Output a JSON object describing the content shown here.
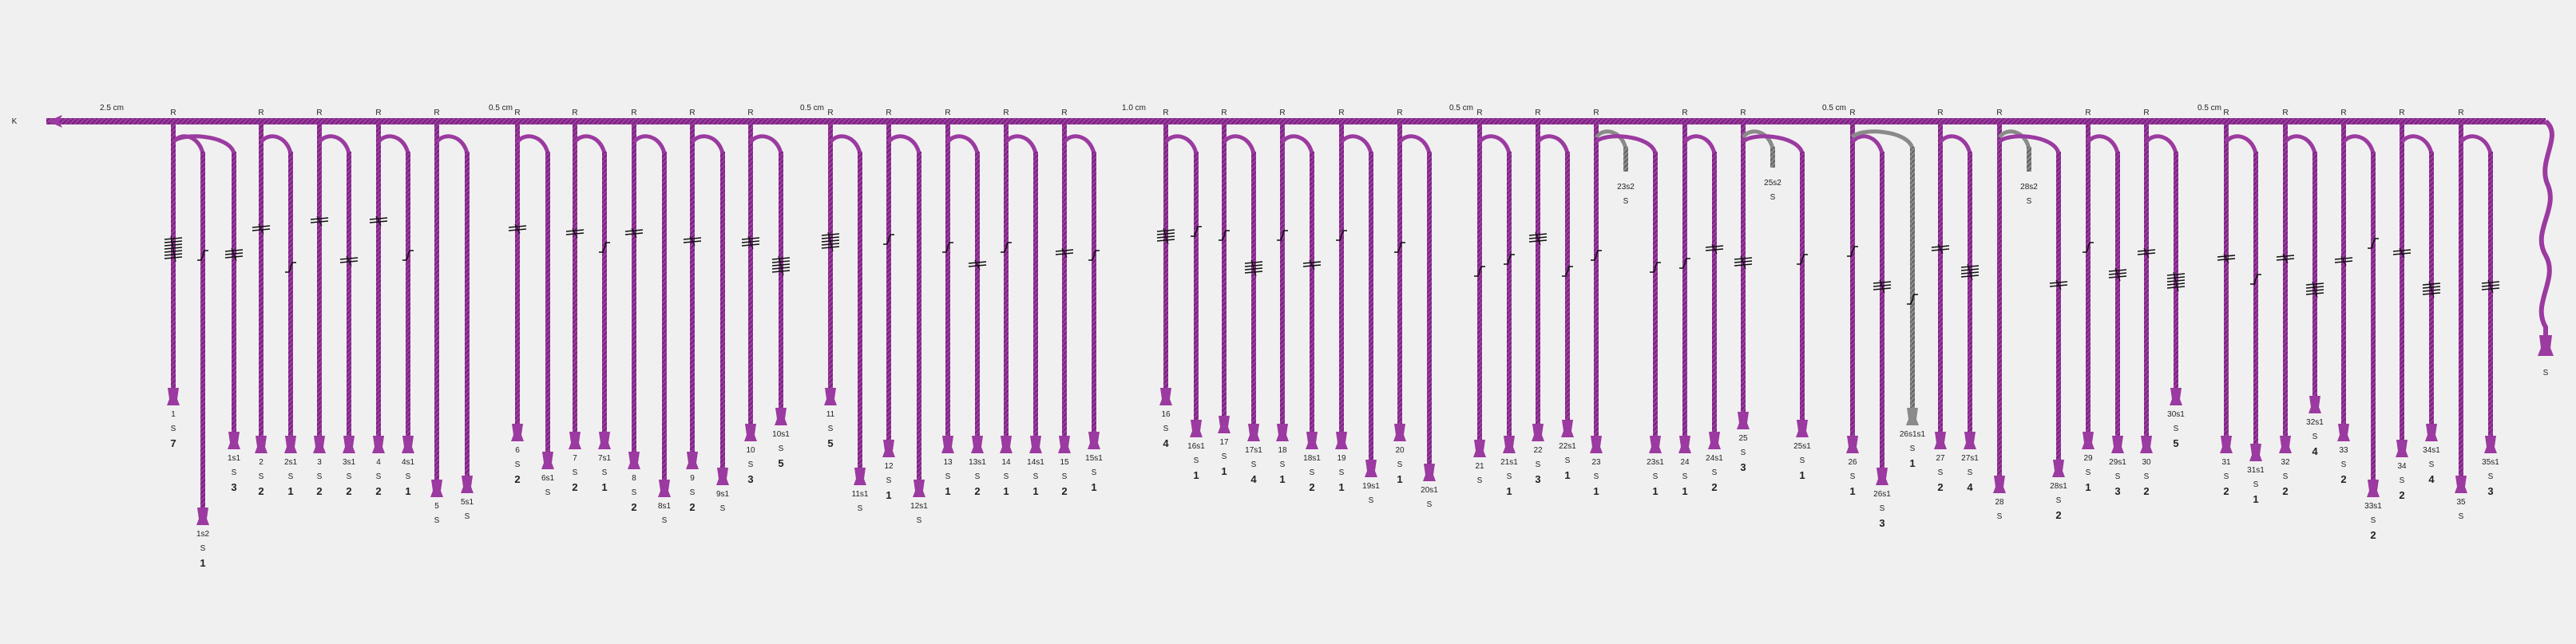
{
  "colors": {
    "cord": "#9b3aa0",
    "cord_dark": "#6f1f74",
    "spliced": "#8a8a8a",
    "knot": "#111111",
    "bg": "#f1f0f0"
  },
  "primary": {
    "start_label": "K",
    "end_label": "S"
  },
  "gaps": [
    "2.5 cm",
    "0.5 cm",
    "0.5 cm",
    "1.0 cm",
    "0.5 cm",
    "0.5 cm",
    "0.5 cm"
  ],
  "attachment_label": "R",
  "cords": [
    {
      "id": "1",
      "s": "S",
      "k": "7"
    },
    {
      "id": "1s2",
      "s": "S",
      "k": "1"
    },
    {
      "id": "1s1",
      "s": "S",
      "k": "3"
    },
    {
      "id": "2",
      "s": "S",
      "k": "2"
    },
    {
      "id": "2s1",
      "s": "S",
      "k": "1"
    },
    {
      "id": "3",
      "s": "S",
      "k": "2"
    },
    {
      "id": "3s1",
      "s": "S",
      "k": "2"
    },
    {
      "id": "4",
      "s": "S",
      "k": "2"
    },
    {
      "id": "4s1",
      "s": "S",
      "k": "1"
    },
    {
      "id": "5",
      "s": "S",
      "k": ""
    },
    {
      "id": "5s1",
      "s": "S",
      "k": ""
    },
    {
      "id": "6",
      "s": "S",
      "k": "2"
    },
    {
      "id": "6s1",
      "s": "S",
      "k": ""
    },
    {
      "id": "7",
      "s": "S",
      "k": "2"
    },
    {
      "id": "7s1",
      "s": "S",
      "k": "1"
    },
    {
      "id": "8",
      "s": "S",
      "k": "2"
    },
    {
      "id": "8s1",
      "s": "S",
      "k": ""
    },
    {
      "id": "9",
      "s": "S",
      "k": "2"
    },
    {
      "id": "9s1",
      "s": "S",
      "k": ""
    },
    {
      "id": "10",
      "s": "S",
      "k": "3"
    },
    {
      "id": "10s1",
      "s": "S",
      "k": "5"
    },
    {
      "id": "11",
      "s": "S",
      "k": "5"
    },
    {
      "id": "11s1",
      "s": "S",
      "k": ""
    },
    {
      "id": "12",
      "s": "S",
      "k": "1"
    },
    {
      "id": "12s1",
      "s": "S",
      "k": ""
    },
    {
      "id": "13",
      "s": "S",
      "k": "1"
    },
    {
      "id": "13s1",
      "s": "S",
      "k": "2"
    },
    {
      "id": "14",
      "s": "S",
      "k": "1"
    },
    {
      "id": "14s1",
      "s": "S",
      "k": "1"
    },
    {
      "id": "15",
      "s": "S",
      "k": "2"
    },
    {
      "id": "15s1",
      "s": "S",
      "k": "1"
    },
    {
      "id": "16",
      "s": "S",
      "k": "4"
    },
    {
      "id": "16s1",
      "s": "S",
      "k": "1"
    },
    {
      "id": "17",
      "s": "S",
      "k": "1"
    },
    {
      "id": "17s1",
      "s": "S",
      "k": "4"
    },
    {
      "id": "18",
      "s": "S",
      "k": "1"
    },
    {
      "id": "18s1",
      "s": "S",
      "k": "2"
    },
    {
      "id": "19",
      "s": "S",
      "k": "1"
    },
    {
      "id": "19s1",
      "s": "S",
      "k": ""
    },
    {
      "id": "20",
      "s": "S",
      "k": "1"
    },
    {
      "id": "20s1",
      "s": "S",
      "k": ""
    },
    {
      "id": "21",
      "s": "S",
      "k": ""
    },
    {
      "id": "21s1",
      "s": "S",
      "k": "1"
    },
    {
      "id": "22",
      "s": "S",
      "k": "3"
    },
    {
      "id": "22s1",
      "s": "S",
      "k": "1"
    },
    {
      "id": "23",
      "s": "S",
      "k": "1"
    },
    {
      "id": "23s2",
      "s": "S",
      "k": ""
    },
    {
      "id": "23s1",
      "s": "S",
      "k": "1"
    },
    {
      "id": "24",
      "s": "S",
      "k": "1"
    },
    {
      "id": "24s1",
      "s": "S",
      "k": "2"
    },
    {
      "id": "25",
      "s": "S",
      "k": "3"
    },
    {
      "id": "25s2",
      "s": "S",
      "k": ""
    },
    {
      "id": "25s1",
      "s": "S",
      "k": "1"
    },
    {
      "id": "26",
      "s": "S",
      "k": "1"
    },
    {
      "id": "26s1",
      "s": "S",
      "k": "3"
    },
    {
      "id": "26s1s1",
      "s": "S",
      "k": "1"
    },
    {
      "id": "27",
      "s": "S",
      "k": "2"
    },
    {
      "id": "27s1",
      "s": "S",
      "k": "4"
    },
    {
      "id": "28",
      "s": "S",
      "k": ""
    },
    {
      "id": "28s2",
      "s": "S",
      "k": ""
    },
    {
      "id": "28s1",
      "s": "S",
      "k": "2"
    },
    {
      "id": "29",
      "s": "S",
      "k": "1"
    },
    {
      "id": "29s1",
      "s": "S",
      "k": "3"
    },
    {
      "id": "30",
      "s": "S",
      "k": "2"
    },
    {
      "id": "30s1",
      "s": "S",
      "k": "5"
    },
    {
      "id": "31",
      "s": "S",
      "k": "2"
    },
    {
      "id": "31s1",
      "s": "S",
      "k": "1"
    },
    {
      "id": "32",
      "s": "S",
      "k": "2"
    },
    {
      "id": "32s1",
      "s": "S",
      "k": "4"
    },
    {
      "id": "33",
      "s": "S",
      "k": "2"
    },
    {
      "id": "33s1",
      "s": "S",
      "k": "2"
    },
    {
      "id": "34",
      "s": "S",
      "k": "2"
    },
    {
      "id": "34s1",
      "s": "S",
      "k": "4"
    },
    {
      "id": "35",
      "s": "S",
      "k": ""
    },
    {
      "id": "35s1",
      "s": "S",
      "k": "3"
    }
  ]
}
